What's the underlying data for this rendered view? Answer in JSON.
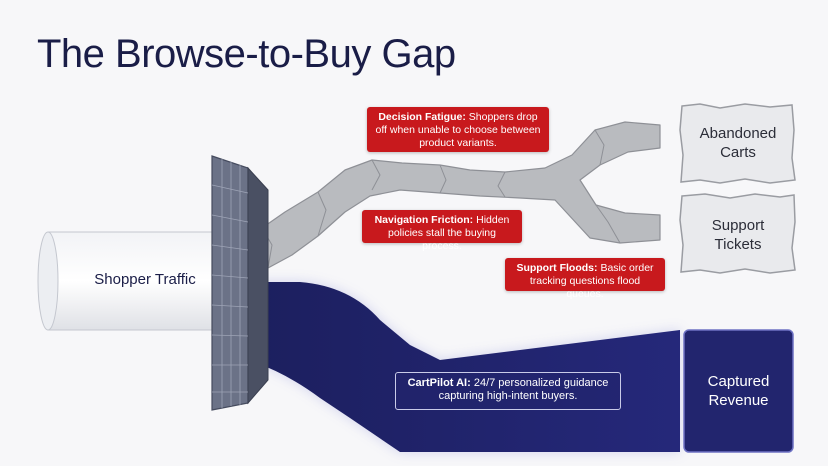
{
  "title": "The Browse-to-Buy Gap",
  "source": {
    "label": "Shopper Traffic"
  },
  "outcomes": {
    "abandoned": {
      "line1": "Abandoned",
      "line2": "Carts"
    },
    "support": {
      "line1": "Support",
      "line2": "Tickets"
    },
    "captured": {
      "line1": "Captured",
      "line2": "Revenue"
    }
  },
  "callouts": {
    "decision": {
      "title": "Decision Fatigue:",
      "text": "Shoppers drop off when unable to choose between product variants."
    },
    "navigation": {
      "title": "Navigation Friction:",
      "text": "Hidden policies stall the buying process."
    },
    "support": {
      "title": "Support Floods:",
      "text": "Basic order tracking questions flood queues."
    },
    "ai": {
      "title": "CartPilot AI:",
      "text": "24/7 personalized guidance capturing high-intent buyers."
    }
  },
  "colors": {
    "title": "#1a1d47",
    "callout_red": "#c8191d",
    "navy": "#22256e",
    "gray_flow": "#b9bbbf",
    "filter": "#6b7287"
  }
}
